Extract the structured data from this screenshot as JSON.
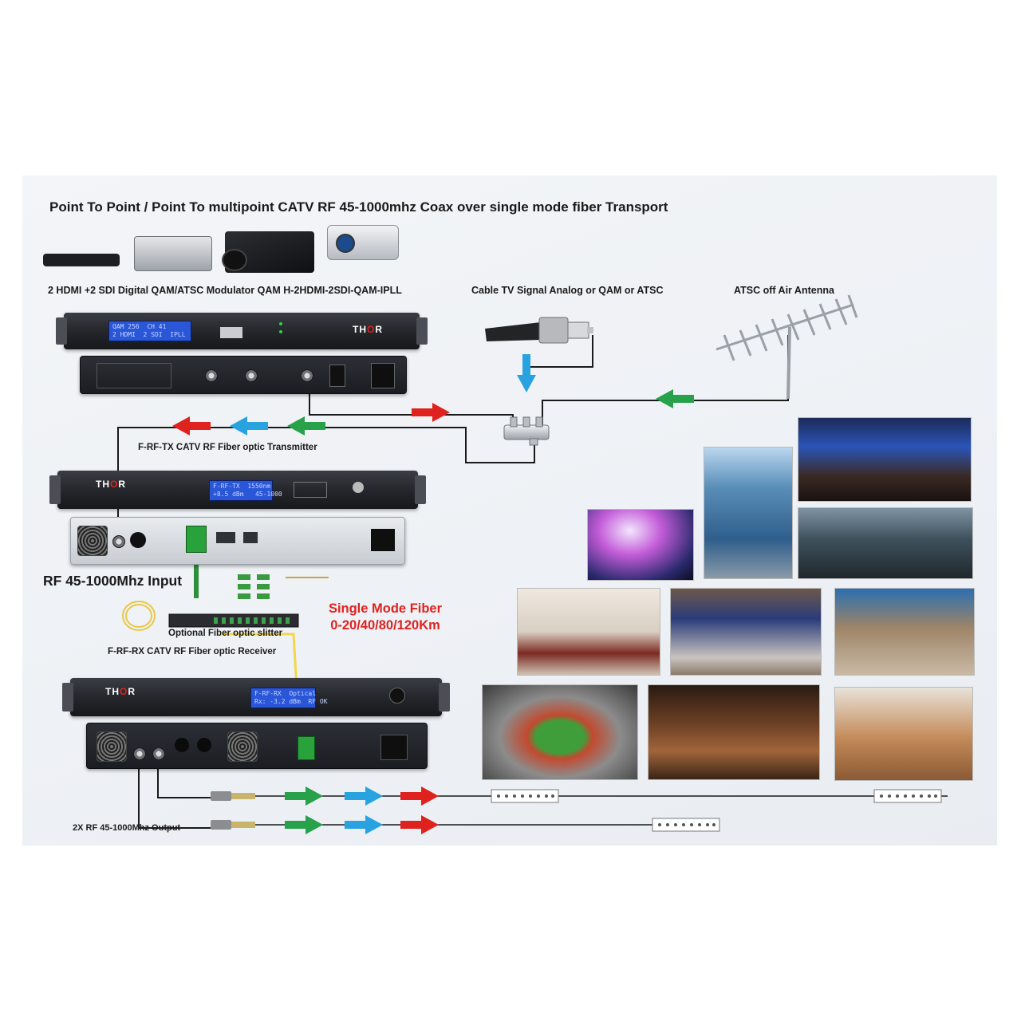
{
  "title": "Point To Point / Point To multipoint CATV RF 45-1000mhz Coax over single mode fiber Transport",
  "labels": {
    "modulator": "2  HDMI +2 SDI Digital QAM/ATSC Modulator QAM H-2HDMI-2SDI-QAM-IPLL",
    "cable_tv": "Cable TV Signal Analog or QAM or ATSC",
    "antenna": "ATSC off Air  Antenna",
    "transmitter": "F-RF-TX CATV RF Fiber optic Transmitter",
    "rf_input": "RF 45-1000Mhz Input",
    "single_mode_line1": "Single Mode Fiber",
    "single_mode_line2": "0-20/40/80/120Km",
    "splitter": "Optional Fiber optic slitter",
    "receiver": "F-RF-RX CATV RF Fiber optic Receiver",
    "output": "2X RF 45-1000Mhz Output"
  },
  "device_text": {
    "brand_prefix": "TH",
    "brand_highlight": "O",
    "brand_suffix": "R",
    "tx_lcd": "F-RF-TX  1550nm\n+8.5 dBm   45-1000",
    "rx_lcd": "F-RF-RX  Optical\nRx: -3.2 dBm  RF OK",
    "mod_lcd": "QAM 256  CH 41\n2 HDMI  2 SDI  IPLL"
  },
  "colors": {
    "arrow_red": "#e0221f",
    "arrow_blue": "#29a3e0",
    "arrow_green": "#27a14a",
    "fiber_yellow": "#f3d64a",
    "label_red": "#e0221f",
    "lcd_blue": "#2a56d8"
  },
  "icons": {
    "arrow": "arrow-right-icon",
    "tap": "coax-tap-icon",
    "antenna": "yagi-antenna-icon"
  }
}
